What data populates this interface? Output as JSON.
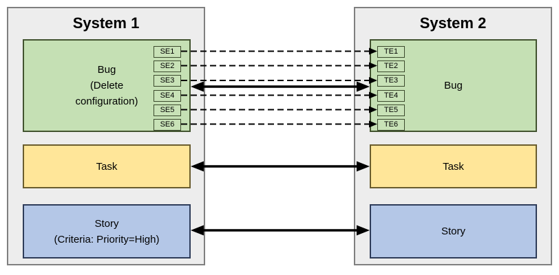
{
  "system1": {
    "title": "System 1",
    "bug_lines": [
      "Bug",
      "(Delete",
      "configuration)"
    ],
    "task_label": "Task",
    "story_lines": [
      "Story",
      "(Criteria: Priority=High)"
    ],
    "endpoints": [
      "SE1",
      "SE2",
      "SE3",
      "SE4",
      "SE5",
      "SE6"
    ]
  },
  "system2": {
    "title": "System 2",
    "bug_label": "Bug",
    "task_label": "Task",
    "story_label": "Story",
    "endpoints": [
      "TE1",
      "TE2",
      "TE3",
      "TE4",
      "TE5",
      "TE6"
    ]
  },
  "connections": {
    "field_mappings": [
      {
        "from": "SE1",
        "to": "TE1",
        "style": "dashed-arrow-right"
      },
      {
        "from": "SE2",
        "to": "TE2",
        "style": "dashed-arrow-right"
      },
      {
        "from": "SE3",
        "to": "TE3",
        "style": "dashed-arrow-right"
      },
      {
        "from": "SE4",
        "to": "TE4",
        "style": "dashed-arrow-right"
      },
      {
        "from": "SE5",
        "to": "TE5",
        "style": "dashed-arrow-right"
      },
      {
        "from": "SE6",
        "to": "TE6",
        "style": "dashed-arrow-right"
      }
    ],
    "sync_links": [
      {
        "between": [
          "System 1 Bug",
          "System 2 Bug"
        ],
        "style": "solid-bidirectional"
      },
      {
        "between": [
          "System 1 Task",
          "System 2 Task"
        ],
        "style": "solid-bidirectional"
      },
      {
        "between": [
          "System 1 Story",
          "System 2 Story"
        ],
        "style": "solid-bidirectional"
      }
    ]
  },
  "colors": {
    "panel_fill": "#EDEDED",
    "panel_border": "#7F7F7F",
    "bug_fill": "#C5E0B4",
    "bug_border": "#42532F",
    "endpoint_fill": "#C8E2B7",
    "task_fill": "#FFE699",
    "task_border": "#6A5D2E",
    "story_fill": "#B4C7E7",
    "story_border": "#2E3C59",
    "arrow": "#000000"
  }
}
